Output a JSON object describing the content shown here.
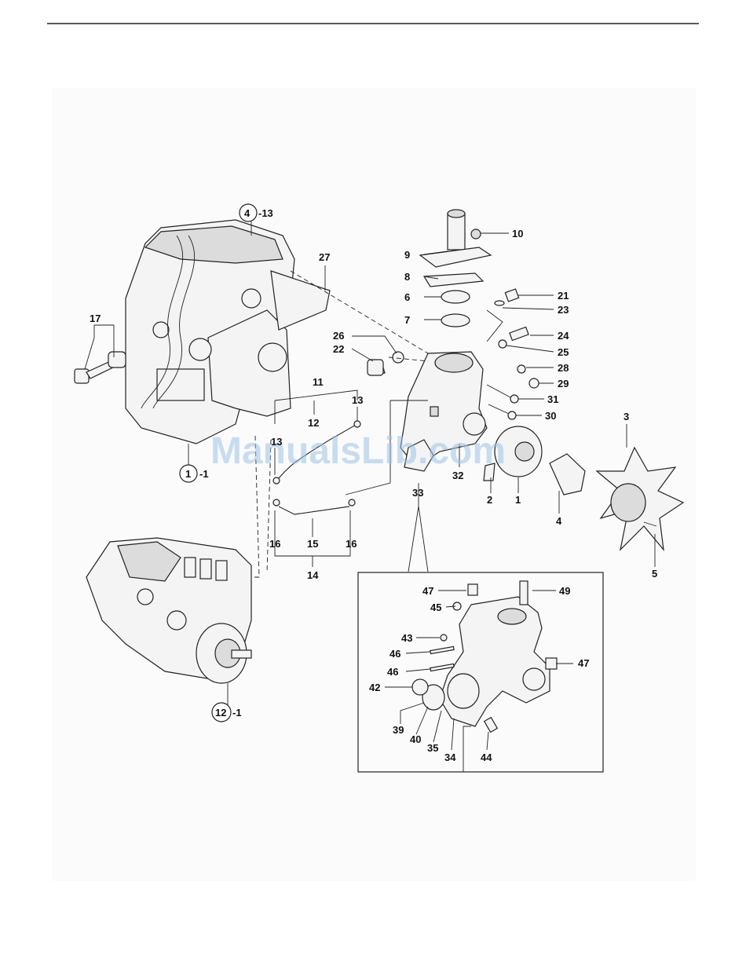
{
  "watermark": "ManualsLib.com",
  "callouts": {
    "c1": "1",
    "c1_circled": "1",
    "c1_suffix": "-1",
    "c2": "2",
    "c3": "3",
    "c4": "4",
    "c4_circled": "4",
    "c4_suffix": "-13",
    "c5": "5",
    "c6": "6",
    "c7": "7",
    "c8": "8",
    "c9": "9",
    "c10": "10",
    "c11": "11",
    "c12": "12",
    "c12_circled": "12",
    "c12_suffix": "-1",
    "c13a": "13",
    "c13b": "13",
    "c14": "14",
    "c15": "15",
    "c16a": "16",
    "c16b": "16",
    "c17": "17",
    "c21": "21",
    "c22": "22",
    "c23": "23",
    "c24": "24",
    "c25": "25",
    "c26": "26",
    "c27": "27",
    "c28": "28",
    "c29": "29",
    "c30": "30",
    "c31": "31",
    "c32": "32",
    "c33": "33",
    "c34": "34",
    "c35": "35",
    "c39": "39",
    "c40": "40",
    "c42": "42",
    "c43": "43",
    "c44": "44",
    "c45": "45",
    "c46a": "46",
    "c46b": "46",
    "c47a": "47",
    "c47b": "47",
    "c49": "49"
  }
}
